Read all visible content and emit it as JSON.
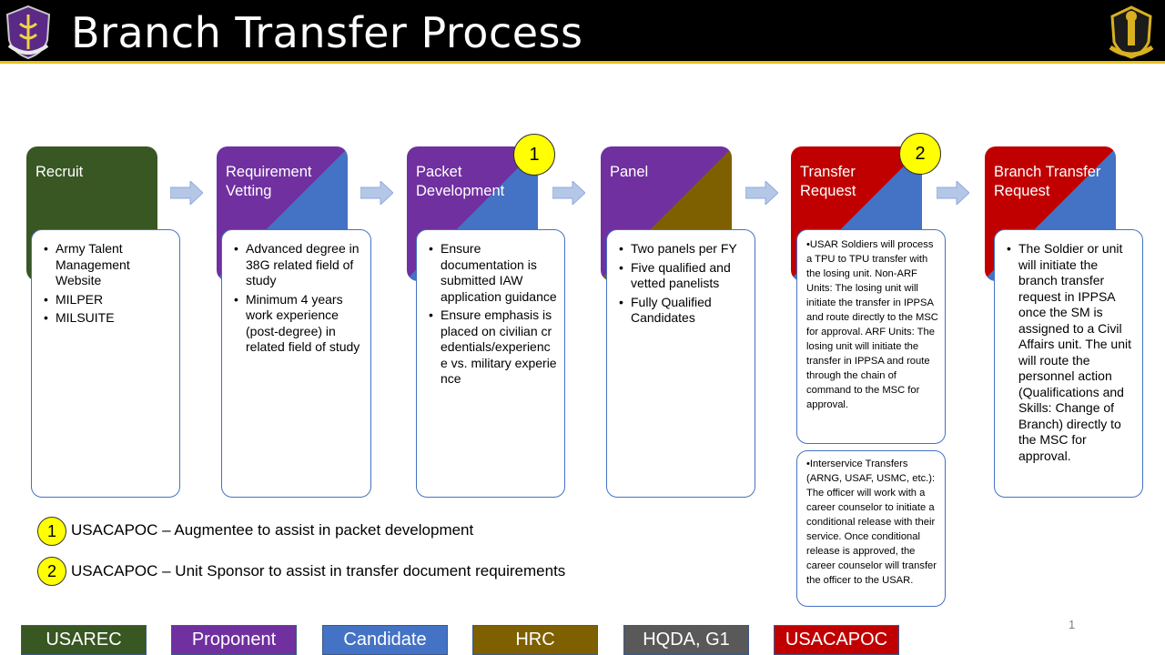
{
  "header": {
    "title": "Branch Transfer Process"
  },
  "steps": [
    {
      "title": "Recruit",
      "color": "#385723",
      "items": [
        "Army Talent Management Website",
        "MILPER",
        "MILSUITE"
      ]
    },
    {
      "title": "Requirement Vetting",
      "colors": [
        "#7030a0",
        "#4472c4"
      ],
      "items": [
        "Advanced degree in 38G related field of study",
        "Minimum  4 years work experience (post-degree) in related field of study"
      ]
    },
    {
      "title": "Packet Development",
      "colors": [
        "#7030a0",
        "#4472c4"
      ],
      "badge": "1",
      "items": [
        "Ensure documentation  is submitted IAW application guidance",
        "Ensure emphasis is placed on civilian credentials/experience vs. military experience"
      ]
    },
    {
      "title": "Panel",
      "colors": [
        "#7030a0",
        "#7f6000"
      ],
      "items": [
        "Two panels per FY",
        "Five qualified and vetted panelists",
        "Fully Qualified Candidates"
      ]
    },
    {
      "title": "Transfer Request",
      "colors": [
        "#c00000",
        "#4472c4"
      ],
      "badge": "2",
      "text": "•USAR Soldiers will process a TPU to TPU transfer with the losing unit.  Non-ARF Units: The losing unit will initiate the transfer in IPPSA and route directly to the MSC for approval. ARF Units:  The losing unit will initiate the transfer in IPPSA and route through the chain of command to the MSC for approval.",
      "text2": "•Interservice Transfers (ARNG, USAF, USMC, etc.):  The officer will work with a career counselor to initiate a conditional release with their service.  Once conditional release is approved, the career counselor will transfer the officer to the USAR."
    },
    {
      "title": "Branch Transfer Request",
      "colors": [
        "#c00000",
        "#4472c4"
      ],
      "items": [
        "The Soldier or unit will initiate the branch transfer request in IPPSA once the SM is assigned to a Civil Affairs unit.  The unit will route the personnel action (Qualifications and Skills:  Change of Branch) directly to the MSC for approval."
      ]
    }
  ],
  "notes": [
    {
      "badge": "1",
      "text": "USACAPOC – Augmentee to assist in packet development"
    },
    {
      "badge": "2",
      "text": "USACAPOC – Unit Sponsor to assist in transfer document requirements"
    }
  ],
  "legend": [
    {
      "label": "USAREC",
      "color": "#385723"
    },
    {
      "label": "Proponent",
      "color": "#7030a0"
    },
    {
      "label": "Candidate",
      "color": "#4472c4"
    },
    {
      "label": "HRC",
      "color": "#7f6000"
    },
    {
      "label": "HQDA, G1",
      "color": "#595959"
    },
    {
      "label": "USACAPOC",
      "color": "#c00000"
    }
  ],
  "page_number": "1"
}
